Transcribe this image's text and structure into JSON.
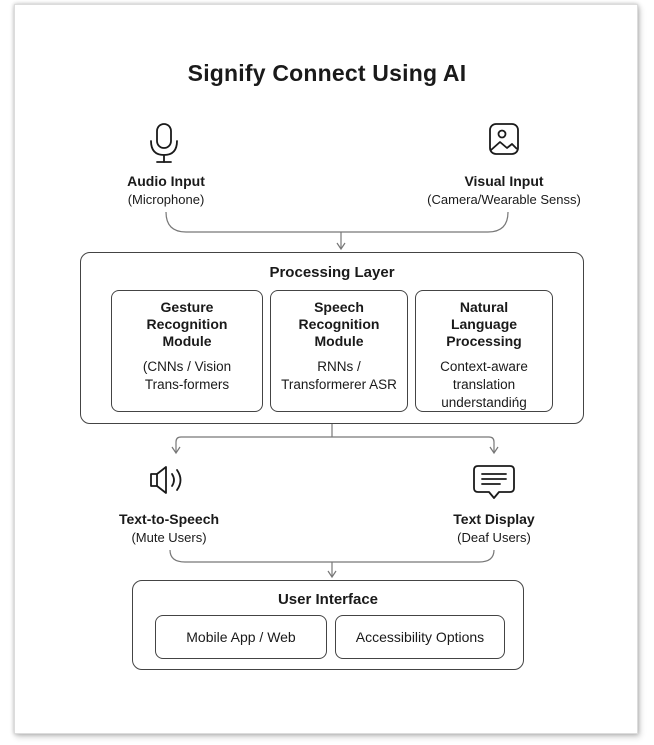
{
  "title": "Signify Connect Using AI",
  "audio_input": {
    "label": "Audio Input",
    "sub": "(Microphone)",
    "icon": "microphone-icon"
  },
  "visual_input": {
    "label": "Visual Input",
    "sub": "(Camera/Wearable Senss)",
    "icon": "image-icon"
  },
  "processing_layer": {
    "title": "Processing Layer",
    "modules": [
      {
        "title": "Gesture Recognition Module",
        "text": "(CNNs / Vision Trans-formers"
      },
      {
        "title": "Speech Recognition Module",
        "text": "RNNs / Transformerer ASR"
      },
      {
        "title": "Natural Language Processing",
        "text": "Context-aware translation understandińg"
      }
    ]
  },
  "tts_output": {
    "label": "Text-to-Speech",
    "sub": "(Mute Users)",
    "icon": "speaker-icon"
  },
  "text_display": {
    "label": "Text Display",
    "sub": "(Deaf Users)",
    "icon": "message-icon"
  },
  "user_interface": {
    "title": "User Interface",
    "options": [
      "Mobile App / Web",
      "Accessibility Options"
    ]
  }
}
